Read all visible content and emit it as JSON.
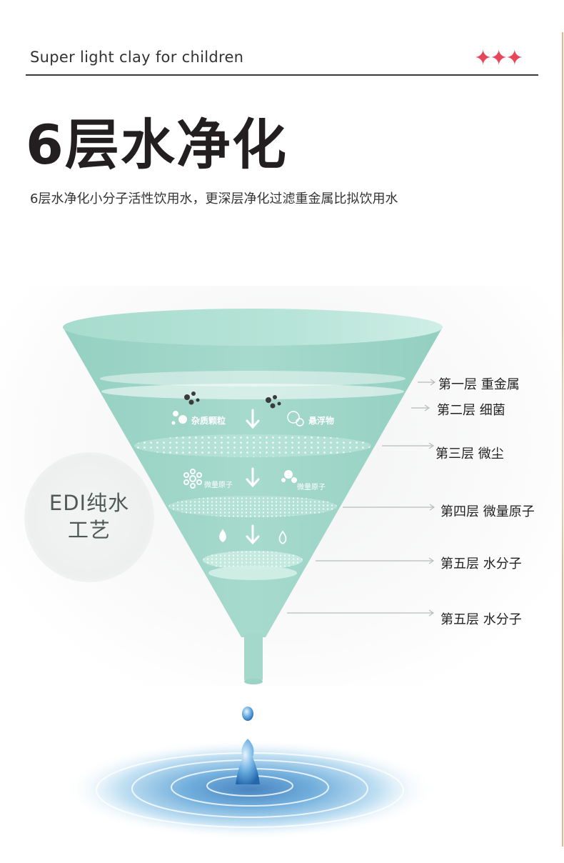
{
  "header": {
    "brand_text": "Super light clay for children",
    "stars": "✦✦✦",
    "star_color": "#e8445a"
  },
  "main": {
    "title": "6层水净化",
    "subtitle": "6层水净化小分子活性饮用水，更深层净化过滤重金属比拟饮用水"
  },
  "badge": {
    "line1": "EDI纯水",
    "line2": "工艺"
  },
  "funnel": {
    "color": "#9fd6c8",
    "tags": {
      "impurities": "杂质颗粒",
      "suspended": "悬浮物",
      "micro_atoms_left": "微量原子",
      "micro_atoms_right": "微量原子"
    }
  },
  "layers": [
    "第一层  重金属",
    "第二层  细菌",
    "第三层  微尘",
    "第四层 微量原子",
    "第五层  水分子",
    "第五层  水分子"
  ],
  "icons": [
    "virus-cluster-icon",
    "bubble-icon",
    "snowflake-icon",
    "gear-molecule-icon",
    "water-drop-icon",
    "arrow-down-icon"
  ]
}
